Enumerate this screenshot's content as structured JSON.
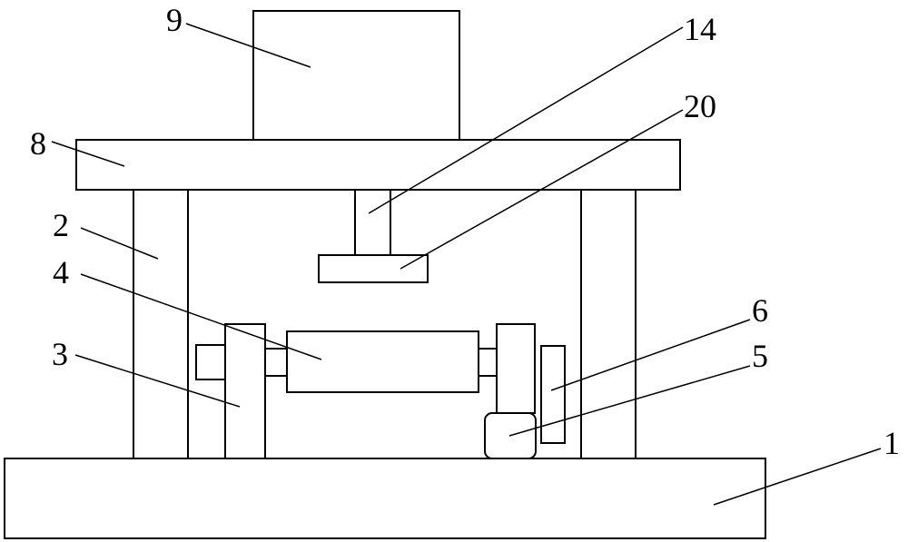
{
  "diagram": {
    "type": "patent-mechanical-drawing",
    "labels": {
      "l1": "1",
      "l2": "2",
      "l3": "3",
      "l4": "4",
      "l5": "5",
      "l6": "6",
      "l8": "8",
      "l9": "9",
      "l14": "14",
      "l20": "20"
    }
  },
  "colors": {
    "line": "#000000",
    "background": "#ffffff"
  }
}
